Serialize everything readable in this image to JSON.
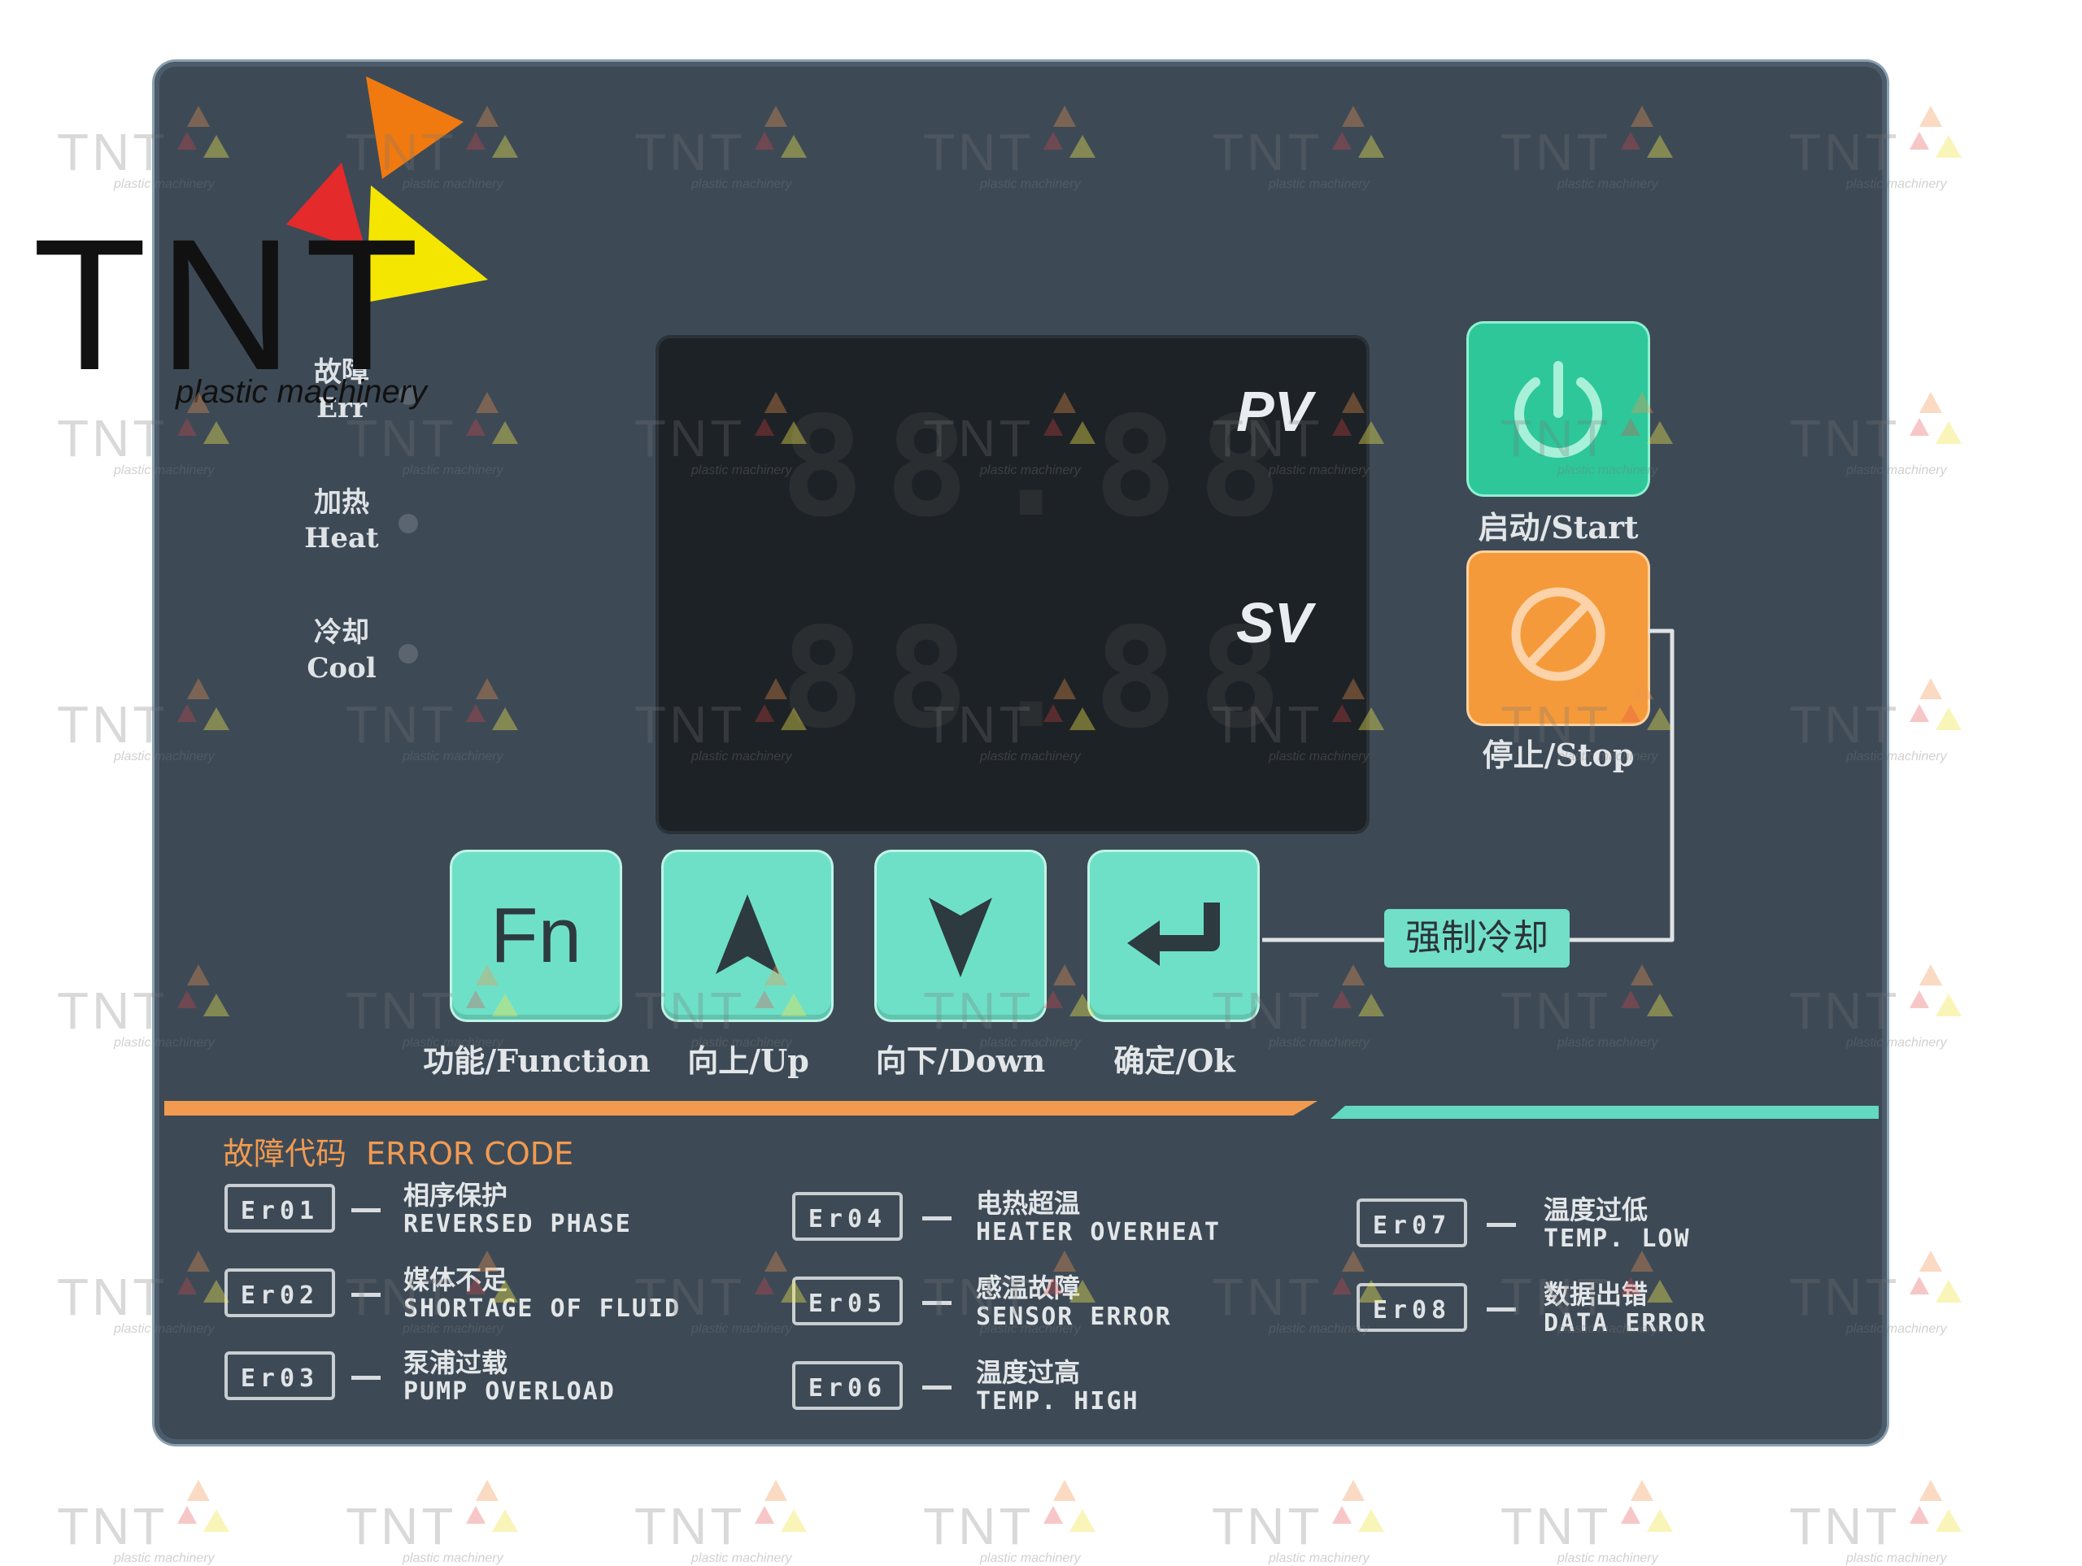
{
  "brand": {
    "logo_text": "TNT",
    "logo_subtitle": "plastic machinery",
    "colors": {
      "orange": "#f07a10",
      "red": "#e42a2a",
      "yellow": "#f5e600"
    }
  },
  "watermark": {
    "text": "TNT",
    "subtitle": "plastic machinery"
  },
  "display": {
    "pv_label": "PV",
    "sv_label": "SV",
    "pv_segments": "88.88",
    "sv_segments": "88.88"
  },
  "indicators": [
    {
      "cn": "故障",
      "en": "Err"
    },
    {
      "cn": "加热",
      "en": "Heat"
    },
    {
      "cn": "冷却",
      "en": "Cool"
    }
  ],
  "buttons": {
    "start": {
      "label": "启动/Start",
      "icon": "power-icon",
      "color": "#2dc79a"
    },
    "stop": {
      "label": "停止/Stop",
      "icon": "prohibited-icon",
      "color": "#f59a3a"
    },
    "forced_cooling_label": "强制冷却"
  },
  "keys": [
    {
      "symbol": "Fn",
      "label": "功能/Function"
    },
    {
      "symbol": "▲",
      "label": "向上/Up"
    },
    {
      "symbol": "▼",
      "label": "向下/Down"
    },
    {
      "symbol": "↵",
      "label": "确定/Ok"
    }
  ],
  "error_code": {
    "title": "故障代码  ERROR CODE",
    "codes": [
      {
        "code": "Er01",
        "cn": "相序保护",
        "en": "REVERSED PHASE"
      },
      {
        "code": "Er02",
        "cn": "媒体不足",
        "en": "SHORTAGE OF FLUID"
      },
      {
        "code": "Er03",
        "cn": "泵浦过载",
        "en": "PUMP OVERLOAD"
      },
      {
        "code": "Er04",
        "cn": "电热超温",
        "en": "HEATER OVERHEAT"
      },
      {
        "code": "Er05",
        "cn": "感温故障",
        "en": "SENSOR ERROR"
      },
      {
        "code": "Er06",
        "cn": "温度过高",
        "en": "TEMP. HIGH"
      },
      {
        "code": "Er07",
        "cn": "温度过低",
        "en": "TEMP. LOW"
      },
      {
        "code": "Er08",
        "cn": "数据出错",
        "en": "DATA ERROR"
      }
    ]
  },
  "accent_colors": {
    "orange_stripe": "#f29a50",
    "teal_stripe": "#63d9c2",
    "panel": "#3d4a56"
  }
}
